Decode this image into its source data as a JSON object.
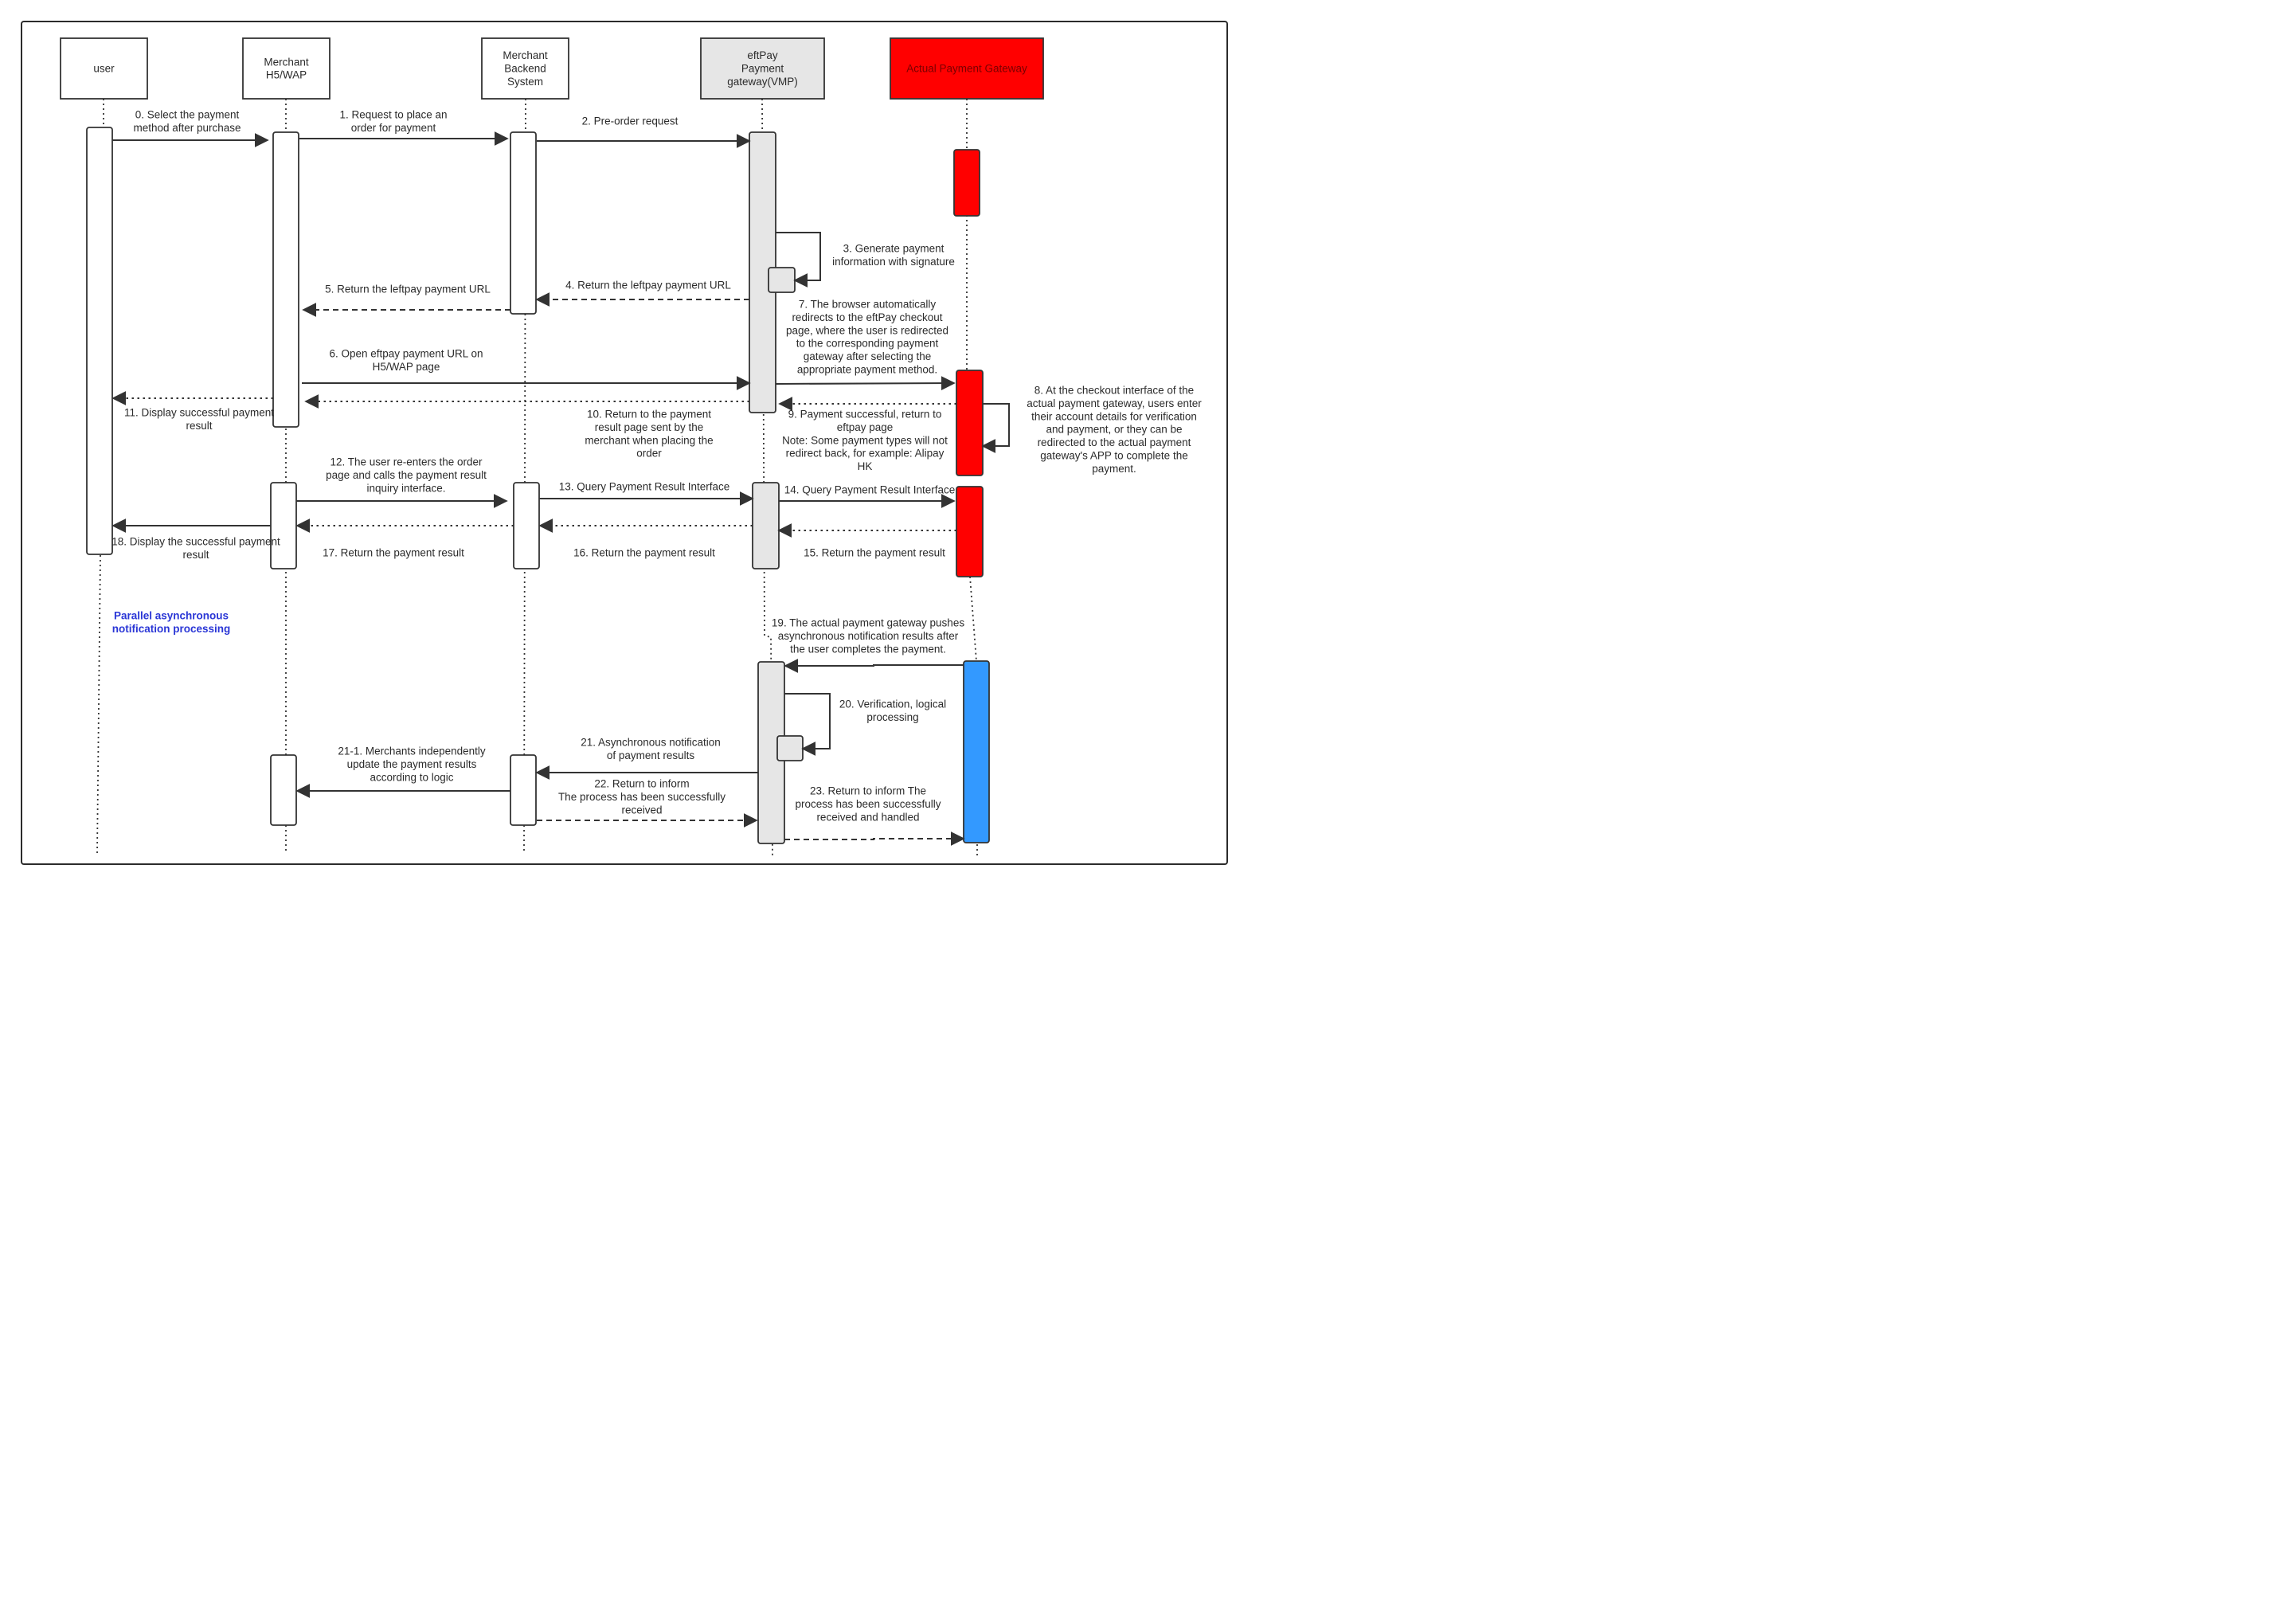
{
  "participants": [
    {
      "id": "user",
      "lines": [
        "user"
      ],
      "fill": "#ffffff"
    },
    {
      "id": "h5",
      "lines": [
        "Merchant",
        "H5/WAP"
      ],
      "fill": "#ffffff"
    },
    {
      "id": "backend",
      "lines": [
        "Merchant",
        "Backend",
        "System"
      ],
      "fill": "#ffffff"
    },
    {
      "id": "vmp",
      "lines": [
        "eftPay",
        "Payment",
        "gateway(VMP)"
      ],
      "fill": "#e6e6e6"
    },
    {
      "id": "gw",
      "lines": [
        "Actual Payment Gateway"
      ],
      "fill": "#ff0000"
    }
  ],
  "colors": {
    "red": "#ff0000",
    "blue": "#3399ff",
    "grey": "#e6e6e6",
    "white": "#ffffff",
    "stroke": "#333333",
    "note": "#2a36d6"
  },
  "messages": [
    {
      "id": "m0",
      "lines": [
        "0. Select the payment",
        "method after purchase"
      ]
    },
    {
      "id": "m1",
      "lines": [
        "1. Request to place an",
        "order for payment"
      ]
    },
    {
      "id": "m2",
      "lines": [
        "2. Pre-order request"
      ]
    },
    {
      "id": "m3",
      "lines": [
        "3. Generate payment",
        "information with signature"
      ]
    },
    {
      "id": "m4",
      "lines": [
        "4. Return the leftpay payment URL"
      ]
    },
    {
      "id": "m5",
      "lines": [
        "5. Return the leftpay payment URL"
      ]
    },
    {
      "id": "m6",
      "lines": [
        "6. Open eftpay payment URL on",
        "H5/WAP page"
      ]
    },
    {
      "id": "m7",
      "lines": [
        "7. The browser automatically",
        "redirects to the eftPay checkout",
        "page, where the user is redirected",
        "to the corresponding payment",
        "gateway after selecting the",
        "appropriate payment method."
      ]
    },
    {
      "id": "m8",
      "lines": [
        "8. At the checkout interface of the",
        "actual payment gateway, users enter",
        "their account details for verification",
        "and payment, or they can be",
        "redirected to the actual payment",
        "gateway's APP to complete the",
        "payment."
      ]
    },
    {
      "id": "m9",
      "lines": [
        "9. Payment successful, return to",
        "eftpay page",
        "Note: Some payment types will not",
        "redirect back, for example: Alipay",
        "HK"
      ]
    },
    {
      "id": "m10",
      "lines": [
        "10. Return to the payment",
        "result page sent by the",
        "merchant when placing the",
        "order"
      ]
    },
    {
      "id": "m11",
      "lines": [
        "11. Display successful payment",
        "result"
      ]
    },
    {
      "id": "m12",
      "lines": [
        "12. The user re-enters the order",
        "page and calls the payment result",
        "inquiry interface."
      ]
    },
    {
      "id": "m13",
      "lines": [
        "13. Query Payment Result Interface"
      ]
    },
    {
      "id": "m14",
      "lines": [
        "14. Query Payment Result Interface"
      ]
    },
    {
      "id": "m15",
      "lines": [
        "15. Return the payment result"
      ]
    },
    {
      "id": "m16",
      "lines": [
        "16. Return the payment result"
      ]
    },
    {
      "id": "m17",
      "lines": [
        "17. Return the payment result"
      ]
    },
    {
      "id": "m18",
      "lines": [
        "18. Display the successful payment",
        "result"
      ]
    },
    {
      "id": "m19",
      "lines": [
        "19. The actual payment gateway pushes",
        "asynchronous notification results after",
        "the user completes the payment."
      ]
    },
    {
      "id": "m20",
      "lines": [
        "20. Verification, logical",
        "processing"
      ]
    },
    {
      "id": "m21",
      "lines": [
        "21. Asynchronous notification",
        "of payment results"
      ]
    },
    {
      "id": "m21_1",
      "lines": [
        "21-1. Merchants independently",
        "update the payment results",
        "according to logic"
      ]
    },
    {
      "id": "m22",
      "lines": [
        "22. Return to inform",
        "The process has been successfully",
        "received"
      ]
    },
    {
      "id": "m23",
      "lines": [
        "23. Return to inform The",
        "process has been successfully",
        "received and handled"
      ]
    }
  ],
  "note": {
    "lines": [
      "Parallel asynchronous",
      "notification processing"
    ]
  }
}
